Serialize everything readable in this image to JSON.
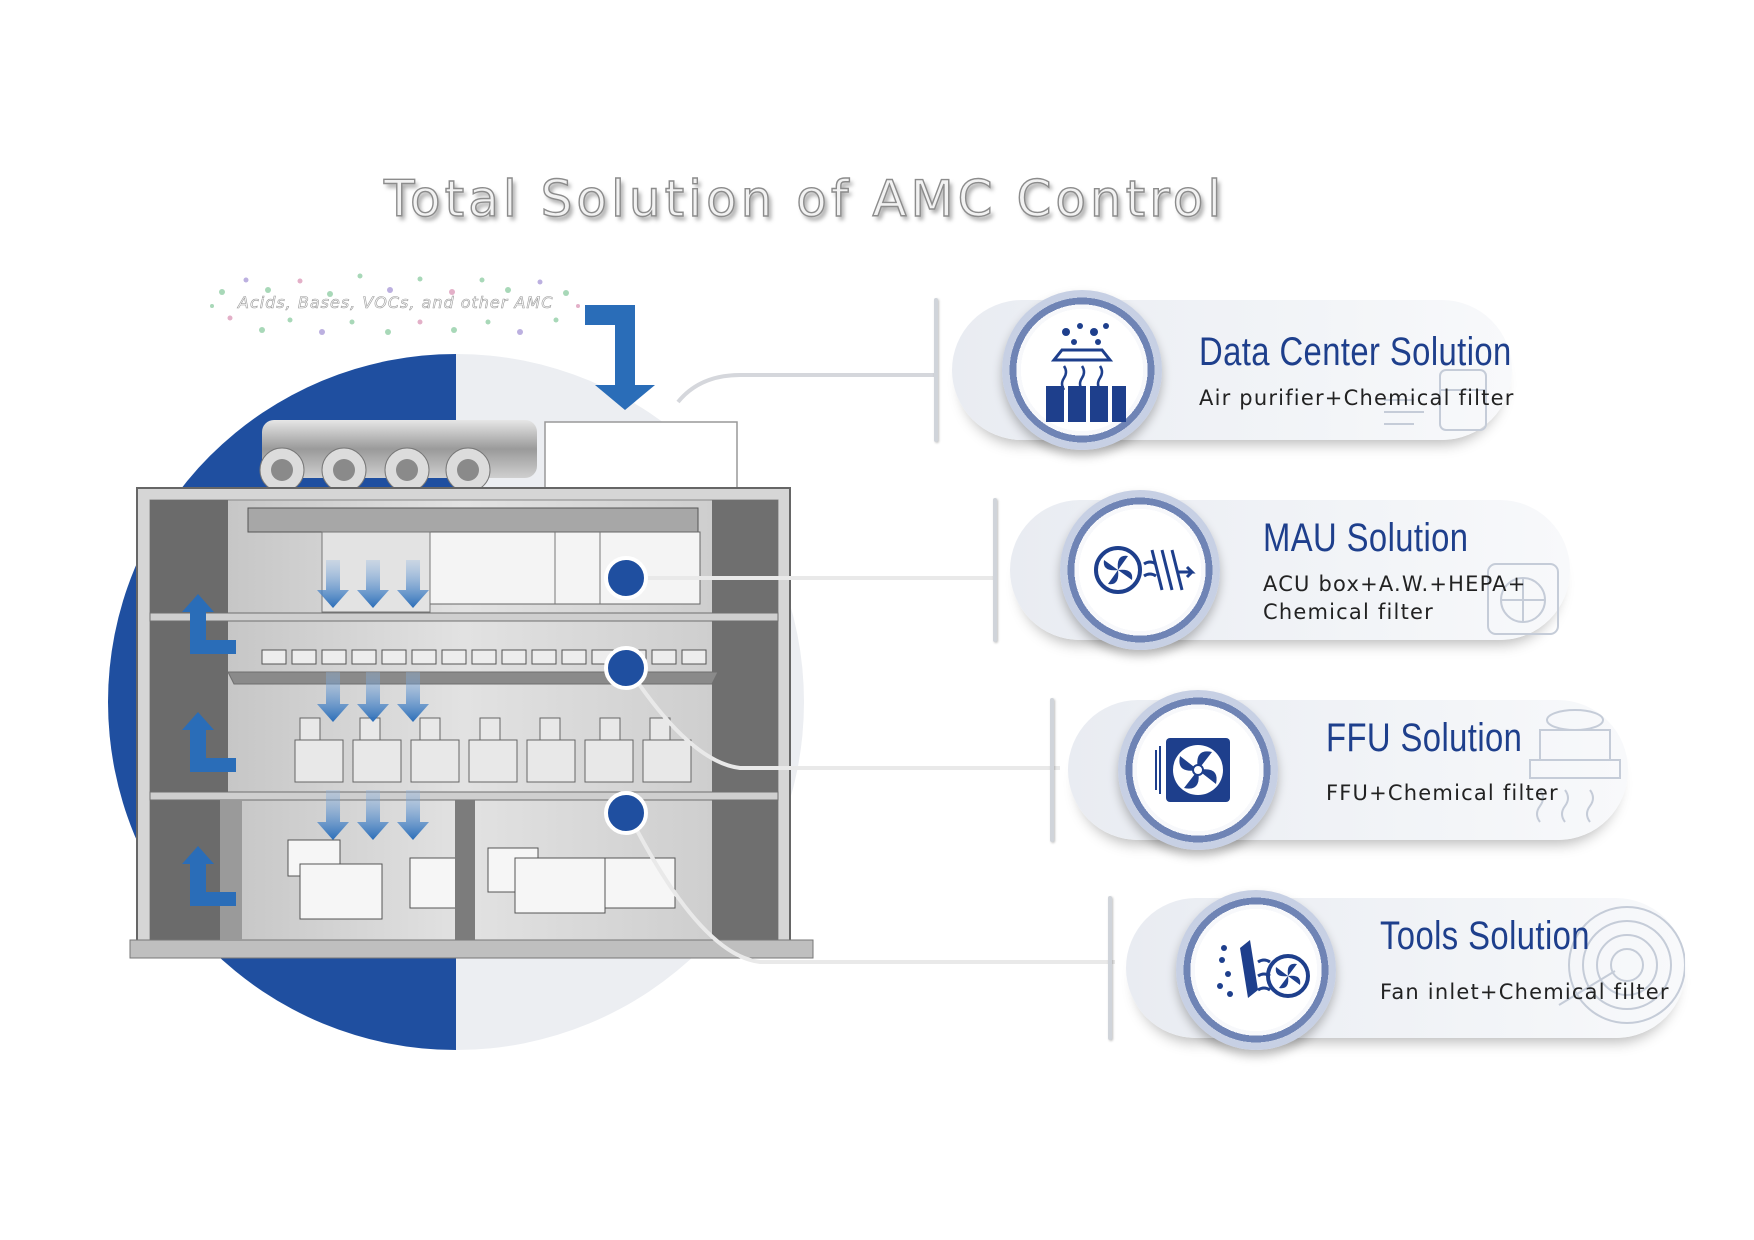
{
  "title": "Total Solution of AMC Control",
  "contaminant_label": "Acids, Bases, VOCs, and other AMC",
  "colors": {
    "brand_blue": "#1f4fa0",
    "arrow_blue": "#2a6db8",
    "card_bg": "#eef0f4",
    "title_blue": "#1e3f8c"
  },
  "solutions": [
    {
      "title": "Data Center Solution",
      "lines": [
        "Air purifier+Chemical filter"
      ],
      "icon": "data-center-icon"
    },
    {
      "title": "MAU Solution",
      "lines": [
        "ACU box+A.W.+HEPA+",
        "Chemical filter"
      ],
      "icon": "mau-fan-filter-icon"
    },
    {
      "title": "FFU Solution",
      "lines": [
        "FFU+Chemical filter"
      ],
      "icon": "ffu-fan-icon"
    },
    {
      "title": "Tools Solution",
      "lines": [
        "Fan inlet+Chemical filter"
      ],
      "icon": "tools-fan-inlet-icon"
    }
  ]
}
